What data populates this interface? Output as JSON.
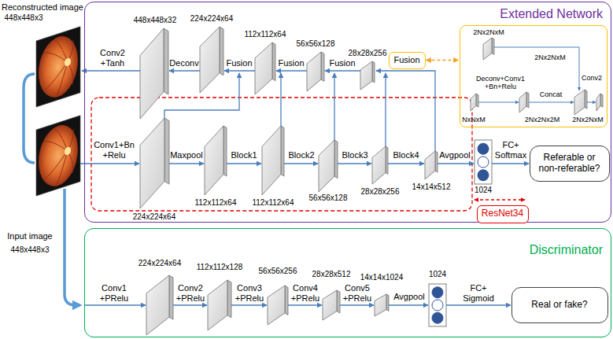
{
  "diagram": {
    "nodes": [
      {
        "text": [
          "Extended Network"
        ]
      },
      {
        "text": [
          "Fusion"
        ],
        "in": 0
      },
      {
        "text": [
          "2Nx2NxM",
          "2Nx2NxM",
          "Deconv+Conv1 +Bn+Relu",
          "Concat",
          "Conv2",
          "NxNxM",
          "2Nx2Nx2M",
          "2Nx2NxM"
        ],
        "in": 0
      },
      {
        "text": [
          "Referable or non-referable?"
        ],
        "in": 0
      },
      {
        "text": [
          "ResNet34"
        ],
        "in": 0
      },
      {
        "text": [
          "Discriminator"
        ]
      },
      {
        "text": [
          "Real or fake?"
        ],
        "in": 5
      }
    ],
    "edges": [
      {
        "from": 1,
        "to": 2,
        "arrow": "both"
      }
    ],
    "labels": [
      "Reconstructed image",
      "448x448x3",
      "448x448x32",
      "224x224x64",
      "112x112x64",
      "56x56x128",
      "28x28x256",
      "Conv2 +Tanh",
      "Deconv",
      "Fusion",
      "Fusion",
      "Fusion",
      "Conv1+Bn +Relu",
      "Maxpool",
      "Block1",
      "Block2",
      "Block3",
      "Block4",
      "Avgpool",
      "1024",
      "FC+ Softmax",
      "224x224x64",
      "112x112x64",
      "112x112x64",
      "56x56x128",
      "28x28x256",
      "14x14x512",
      "Input image",
      "448x448x3",
      "224x224x64",
      "112x112x128",
      "56x56x256",
      "28x28x512",
      "14x14x1024",
      "1024",
      "Conv1 +PRelu",
      "Conv2 +PRelu",
      "Conv3 +PRelu",
      "Conv4 +PRelu",
      "Conv5 +PRelu",
      "Avgpool",
      "FC+ Sigmoid"
    ]
  }
}
